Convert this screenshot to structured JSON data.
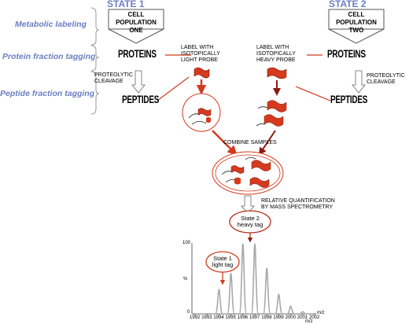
{
  "states": {
    "left": "STATE 1",
    "right": "STATE 2"
  },
  "categories": {
    "metabolic": "Metabolic labeling",
    "protein": "Protein fraction tagging",
    "peptide": "Peptide fraction tagging"
  },
  "cell_boxes": {
    "left": [
      "CELL POPULATION",
      "ONE"
    ],
    "right": [
      "CELL POPULATION",
      "TWO"
    ]
  },
  "proteins": "PROTEINS",
  "peptides": "PEPTIDES",
  "cleavage": [
    "PROTEOLYTIC",
    "CLEAVAGE"
  ],
  "label_light": [
    "LABEL WITH",
    "ISOTOPICALLY",
    "LIGHT PROBE"
  ],
  "label_heavy": [
    "LABEL WITH",
    "ISOTOPICALLY",
    "HEAVY PROBE"
  ],
  "combine": "COMBINE SAMPLES",
  "quant": [
    "RELATIVE QUANTIFICATION",
    "BY MASS SPECTROMETRY"
  ],
  "state2_tag": [
    "State 2",
    "heavy tag"
  ],
  "state1_tag": [
    "State 1",
    "light tag"
  ],
  "colors": {
    "accent": "#d33a1e",
    "label_blue": "#6b7fc2",
    "peak": "#a8a8a8"
  },
  "chart_data": {
    "type": "line",
    "xlabel": "m/z",
    "ylabel": "%",
    "x_ticks": [
      1992,
      1993,
      1994,
      1995,
      1996,
      1997,
      1998,
      1999,
      2000,
      2001,
      2002
    ],
    "y_ticks": [
      0,
      100
    ],
    "peaks": [
      {
        "x": 1994,
        "y": 35
      },
      {
        "x": 1995,
        "y": 58
      },
      {
        "x": 1996,
        "y": 100
      },
      {
        "x": 1997,
        "y": 100
      },
      {
        "x": 1998,
        "y": 65
      },
      {
        "x": 1999,
        "y": 28
      },
      {
        "x": 2000,
        "y": 11
      },
      {
        "x": 2001,
        "y": 3
      }
    ]
  }
}
